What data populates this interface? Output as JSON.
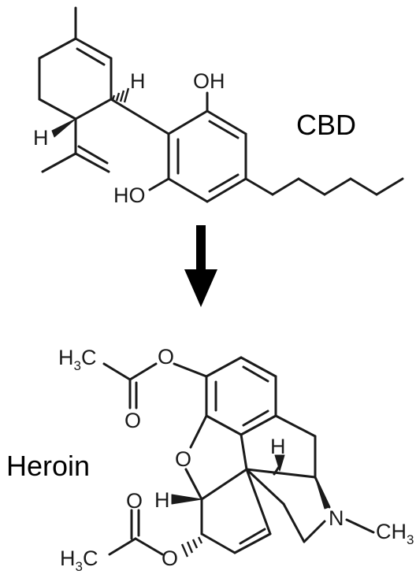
{
  "molecules": [
    {
      "name": "CBD",
      "atom_labels": {
        "h_ring": "H",
        "h_left": "H",
        "oh_top": "OH",
        "ho_bottom": "HO"
      }
    },
    {
      "name": "Heroin",
      "atom_labels": {
        "h3c_top_h": "H",
        "h3c_top_sub": "3",
        "h3c_top_c": "C",
        "o_ester_top": "O",
        "o_carbonyl_top": "O",
        "o_ring": "O",
        "h_bridge": "H",
        "h_left": "H",
        "n": "N",
        "ch3_c": "CH",
        "ch3_sub": "3",
        "o_carbonyl_bottom": "O",
        "h3c_bottom_h": "H",
        "h3c_bottom_sub": "3",
        "h3c_bottom_c": "C",
        "o_ester_bottom": "O"
      }
    }
  ],
  "arrow": {
    "direction": "down",
    "color": "#000000"
  },
  "colors": {
    "background": "#ffffff",
    "bond": "#1a1a1a",
    "text": "#000000"
  }
}
